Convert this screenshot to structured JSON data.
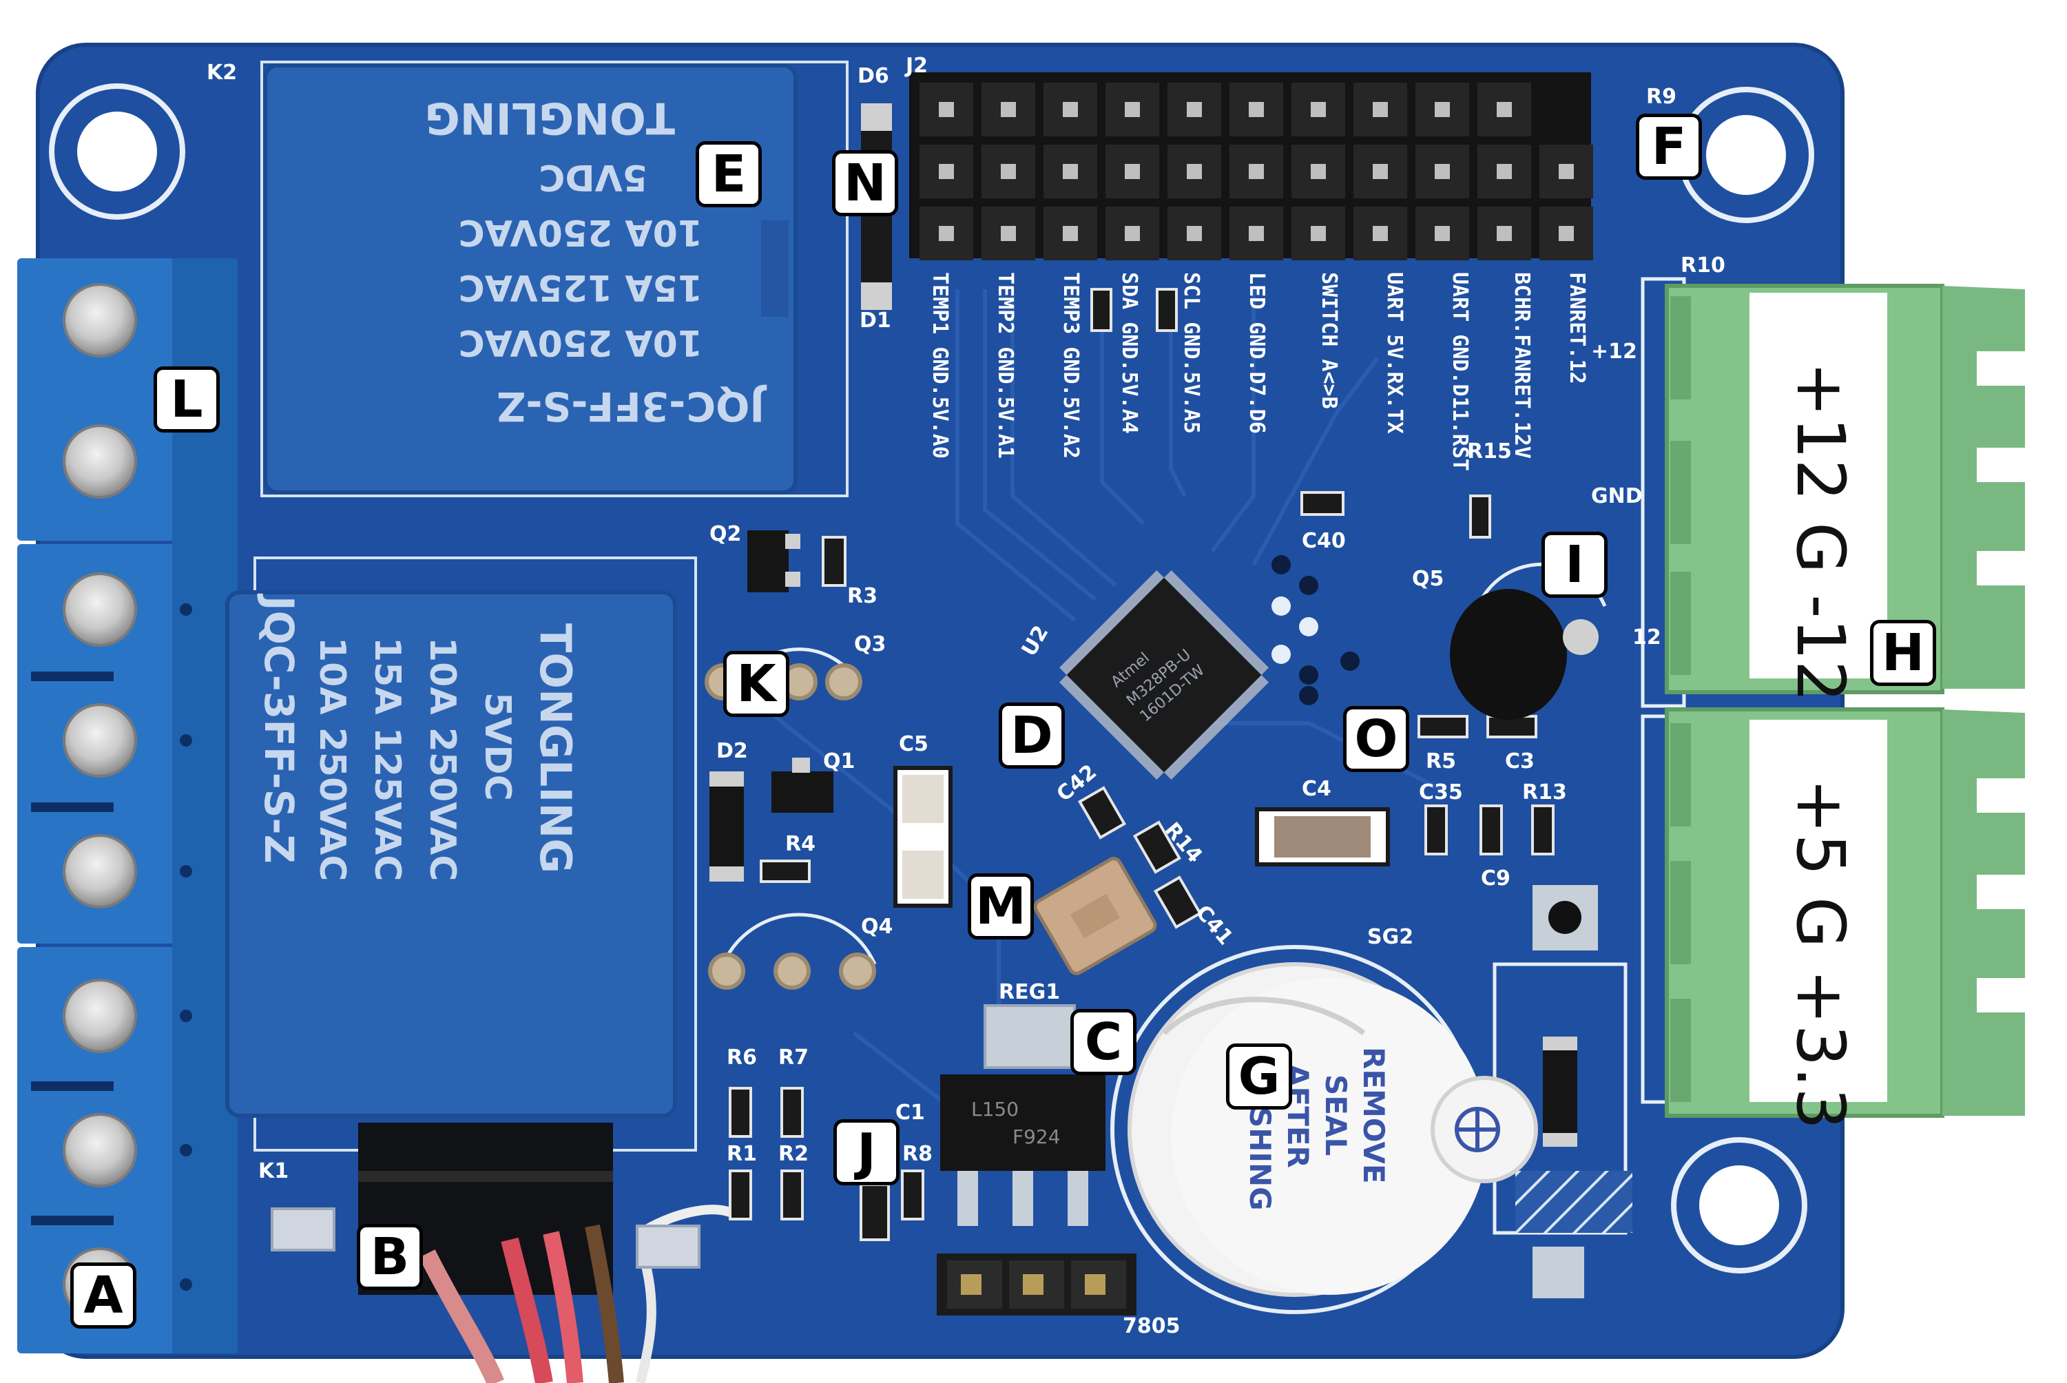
{
  "photo": {
    "subject": "Blue PCB controller board with two relays, ATmega microcontroller, pin header, buzzer and terminal blocks",
    "board_color": "#1f4fa0",
    "relay_color": "#2b63b3",
    "terminal_color_left": "#2a74c6",
    "terminal_color_right": "#84c48a"
  },
  "callouts": [
    "A",
    "B",
    "C",
    "D",
    "E",
    "F",
    "G",
    "H",
    "I",
    "J",
    "K",
    "L",
    "M",
    "N",
    "O"
  ],
  "relay_top": {
    "lines": [
      "JQC-3FF-S-Z",
      "10A 250VAC",
      "15A 125VAC",
      "10A 250VAC",
      "5VDC",
      "TONGLING"
    ]
  },
  "relay_bottom": {
    "lines": [
      "TONGLING",
      "5VDC",
      "10A 250VAC",
      "15A 125VAC",
      "10A 250VAC",
      "JQC-3FF-S-Z"
    ]
  },
  "header_labels": [
    "TEMP1 GND.5V.A0",
    "TEMP2 GND.5V.A1",
    "TEMP3 GND.5V.A2",
    "SDA GND.5V.A4",
    "SCL GND.5V.A5",
    "LED GND.D7.D6",
    "SWITCH A<>B",
    "UART 5V.RX.TX",
    "UART GND.D11.RST",
    "BCHR.FANRET.12V",
    "FANRET.12"
  ],
  "silkscreen": {
    "k2": "K2",
    "k1": "K1",
    "j2": "J2",
    "d6": "D6",
    "d1": "D1",
    "r9": "R9",
    "r10": "R10",
    "plus12": "+12",
    "gnd": "GND",
    "twelve": "12",
    "r15": "R15",
    "c40": "C40",
    "q2": "Q2",
    "r3": "R3",
    "q3": "Q3",
    "q5": "Q5",
    "u2": "U2",
    "d2": "D2",
    "q1": "Q1",
    "r4": "R4",
    "c5": "C5",
    "q4": "Q4",
    "c42": "C42",
    "r14": "R14",
    "c41": "C41",
    "c4": "C4",
    "c35": "C35",
    "r5": "R5",
    "c3": "C3",
    "r13": "R13",
    "c9": "C9",
    "sg2": "SG2",
    "reg1": "REG1",
    "r6": "R6",
    "r7": "R7",
    "r1": "R1",
    "r2": "R2",
    "r8": "R8",
    "c1": "C1",
    "n7805": "7805",
    "chip1": "Atmel",
    "chip2": "M328PB-U",
    "chip3": "1601D-TW",
    "reg_text1": "L150",
    "reg_text2": "F924"
  },
  "terminal_top": {
    "text": "+12 G -12"
  },
  "terminal_bottom": {
    "text": "+5 G +3.3"
  },
  "buzzer": {
    "lines": [
      "REMOVE",
      "SEAL",
      "AFTER",
      "WASHING"
    ]
  }
}
